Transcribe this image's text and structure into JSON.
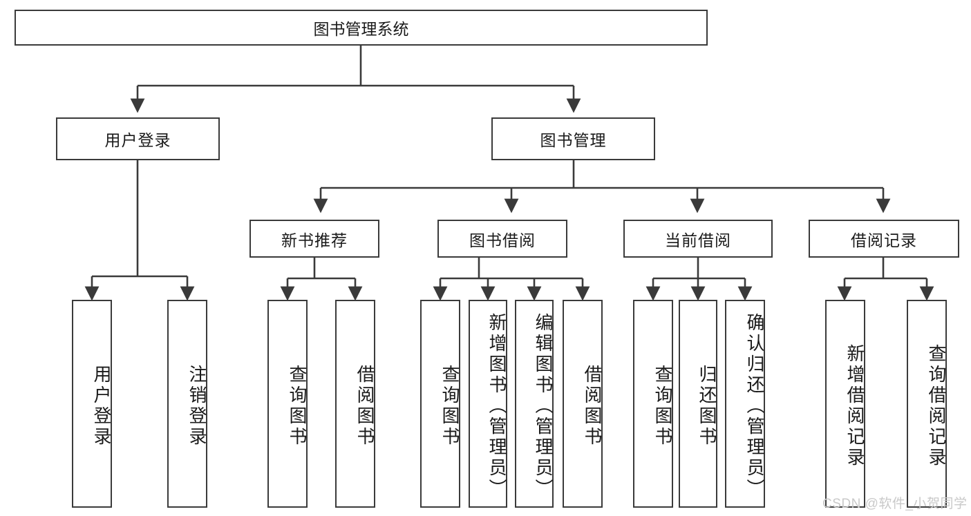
{
  "diagram": {
    "title": "图书管理系统",
    "type": "tree",
    "watermark": "CSDN @软件_小贺同学",
    "colors": {
      "stroke": "#3a3a3a",
      "fill": "#ffffff",
      "text": "#1a1a1a",
      "watermark": "#c9c9c9"
    },
    "nodes": {
      "root": {
        "label": "图书管理系统"
      },
      "level2": [
        {
          "id": "user_login",
          "label": "用户登录"
        },
        {
          "id": "book_manage",
          "label": "图书管理"
        }
      ],
      "level3": [
        {
          "id": "new_book_rec",
          "label": "新书推荐"
        },
        {
          "id": "book_borrow",
          "label": "图书借阅"
        },
        {
          "id": "current_borrow",
          "label": "当前借阅"
        },
        {
          "id": "borrow_record",
          "label": "借阅记录"
        }
      ],
      "leaves": {
        "user_login": [
          {
            "id": "leaf_user_login",
            "label": "用户登录"
          },
          {
            "id": "leaf_logout",
            "label": "注销登录"
          }
        ],
        "new_book_rec": [
          {
            "id": "leaf_query_book_1",
            "label": "查询图书"
          },
          {
            "id": "leaf_borrow_book_1",
            "label": "借阅图书"
          }
        ],
        "book_borrow": [
          {
            "id": "leaf_query_book_2",
            "label": "查询图书"
          },
          {
            "id": "leaf_add_book",
            "label": "新增图书（管理员）"
          },
          {
            "id": "leaf_edit_book",
            "label": "编辑图书（管理员）"
          },
          {
            "id": "leaf_borrow_book_2",
            "label": "借阅图书"
          }
        ],
        "current_borrow": [
          {
            "id": "leaf_query_book_3",
            "label": "查询图书"
          },
          {
            "id": "leaf_return_book",
            "label": "归还图书"
          },
          {
            "id": "leaf_confirm_return",
            "label": "确认归还（管理员）"
          }
        ],
        "borrow_record": [
          {
            "id": "leaf_add_record",
            "label": "新增借阅记录"
          },
          {
            "id": "leaf_query_record",
            "label": "查询借阅记录"
          }
        ]
      }
    }
  }
}
